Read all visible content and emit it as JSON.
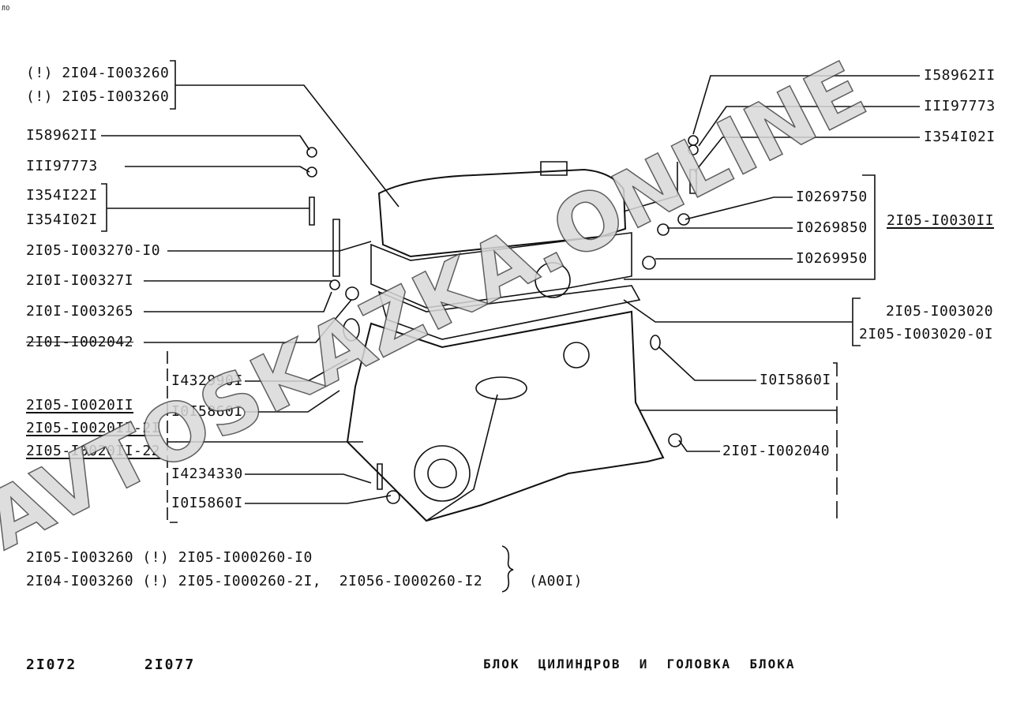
{
  "left_labels": [
    "(!) 2I04-I003260",
    "(!) 2I05-I003260",
    "I58962II",
    "III97773",
    "I354I22I",
    "I354I02I",
    "2I05-I003270-I0",
    "2I0I-I00327I",
    "2I0I-I003265",
    "2I0I-I002042"
  ],
  "block_group": [
    "2I05-I0020II",
    "2I05-I0020II-2I",
    "2I05-I0020II-22"
  ],
  "middle_labels": [
    "I432990I",
    "I0I5860I",
    "I4234330",
    "I0I5860I"
  ],
  "right_labels": {
    "top": [
      "I58962II",
      "III97773",
      "I354I02I"
    ],
    "bushings": [
      "I0269750",
      "I0269850",
      "I0269950"
    ],
    "head_assembly": "2I05-I0030II",
    "gasket": [
      "2I05-I003020",
      "2I05-I003020-0I"
    ],
    "plug": "I0I5860I",
    "dowel": "2I0I-I002040"
  },
  "notes": {
    "line1": "2I05-I003260 (!) 2I05-I000260-I0",
    "line2": "2I04-I003260 (!) 2I05-I000260-2I,  2I056-I000260-I2",
    "suffix": "(A00I)"
  },
  "footer": {
    "model1": "2I072",
    "model2": "2I077",
    "title": "БЛОК  ЦИЛИНДРОВ  И  ГОЛОВКА  БЛОКА"
  },
  "watermark": "AVTOSKAZKA.ONLINE",
  "corner_mark": "ЛО"
}
